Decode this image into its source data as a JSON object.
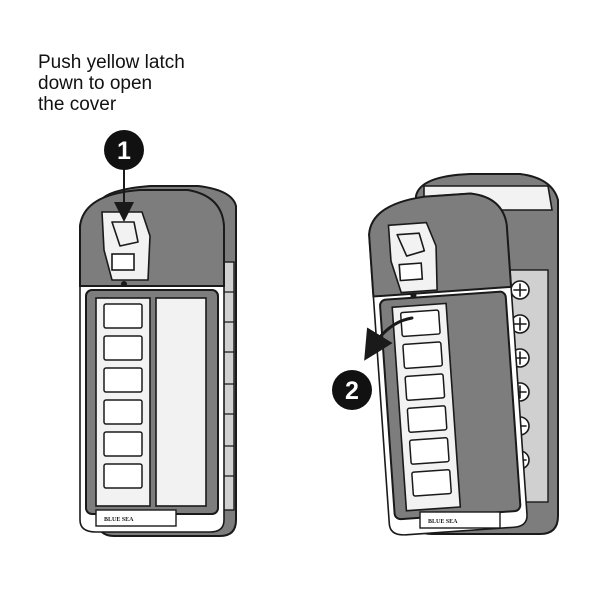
{
  "instruction": {
    "line1": "Push yellow latch",
    "line2": "down to open",
    "line3": "the cover"
  },
  "steps": [
    {
      "number": "1"
    },
    {
      "number": "2"
    }
  ],
  "brand": {
    "left": "BLUE SEA",
    "right": "BLUE SEA"
  },
  "colors": {
    "ink": "#1a1a1a",
    "housing": "#7d7d7d",
    "panel": "#f2f2f2",
    "badge": "#111111"
  }
}
